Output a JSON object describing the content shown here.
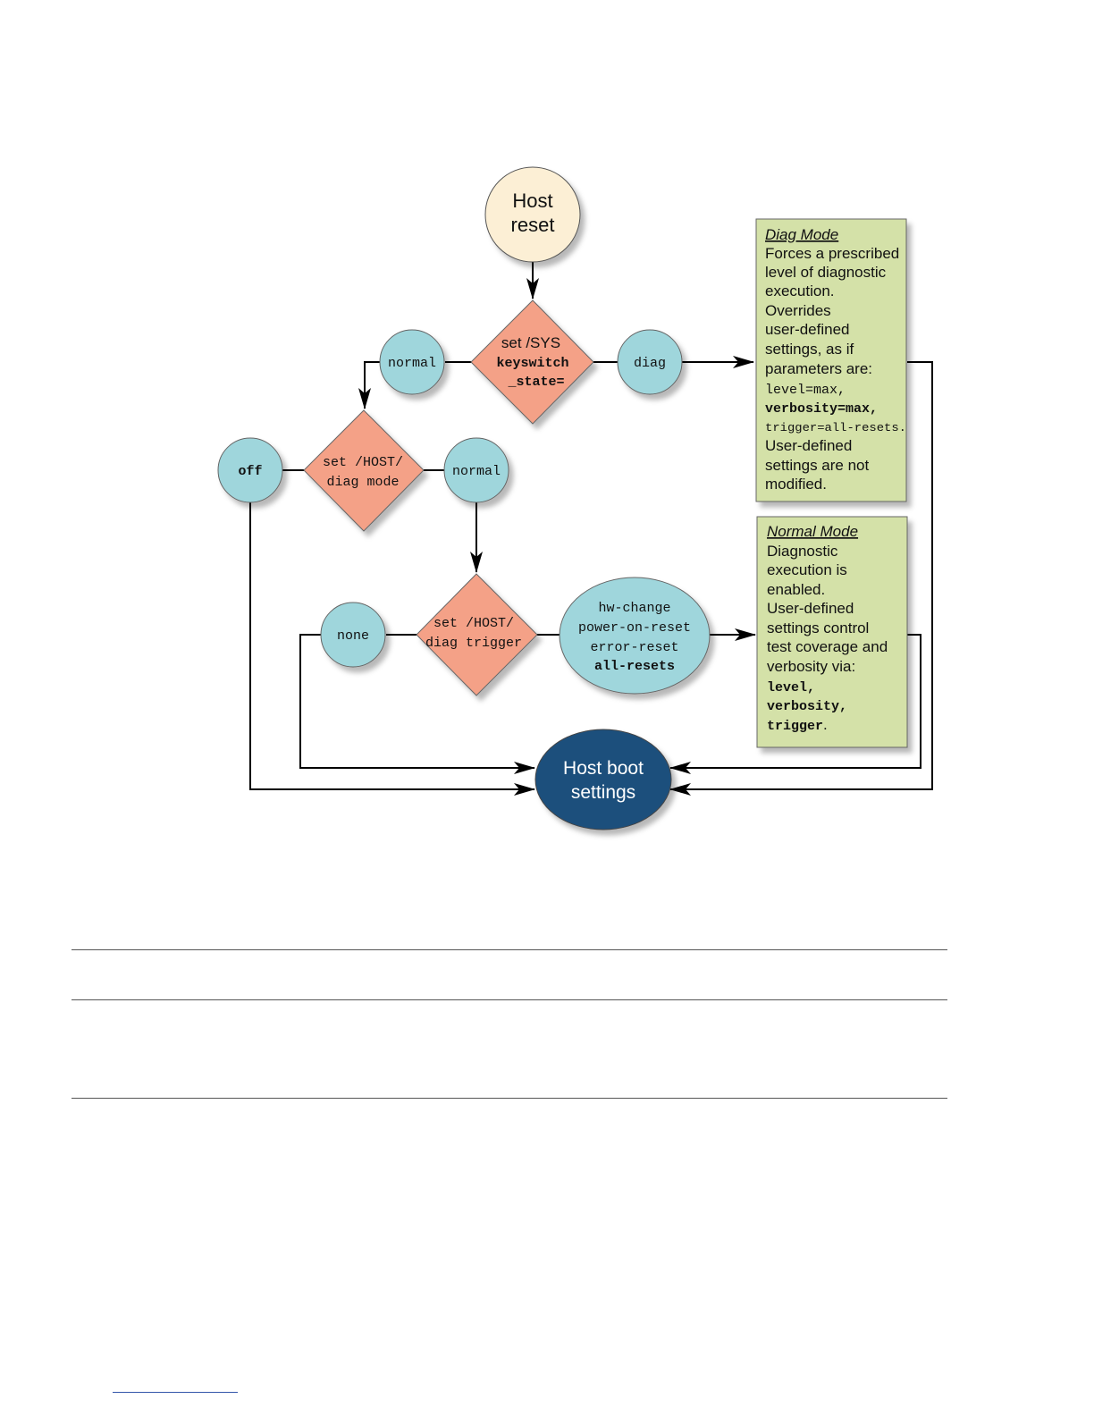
{
  "colors": {
    "start_fill": "#fcefd5",
    "decision_fill": "#f4a187",
    "option_fill": "#9fd6dc",
    "end_fill": "#1f4f7c",
    "note_fill": "#d4e1a8",
    "line": "#000000"
  },
  "nodes": {
    "host_reset": [
      "Host",
      "reset"
    ],
    "keyswitch_decision": [
      "set /SYS",
      "keyswitch",
      "_state="
    ],
    "keyswitch_normal": "normal",
    "keyswitch_diag": "diag",
    "diag_mode_decision": [
      "set /HOST/",
      "diag mode"
    ],
    "mode_off": "off",
    "mode_normal": "normal",
    "trigger_decision": [
      "set /HOST/",
      "diag trigger"
    ],
    "trigger_none": "none",
    "trigger_values": [
      "hw-change",
      "power-on-reset",
      "error-reset",
      "all-resets"
    ],
    "host_boot_settings": [
      "Host boot",
      "settings"
    ]
  },
  "notes": {
    "diag_mode": {
      "title": "Diag Mode",
      "lines": [
        "Forces a prescribed",
        "level of diagnostic",
        "execution.",
        "Overrides",
        "user-defined",
        "settings, as if",
        "parameters are:"
      ],
      "params": [
        "level=max,",
        "verbosity=max,",
        "trigger=all-resets."
      ],
      "footer_lines": [
        "User-defined",
        "settings are not",
        "modified."
      ]
    },
    "normal_mode": {
      "title": "Normal Mode",
      "lines": [
        "Diagnostic",
        "execution is",
        "enabled.",
        "User-defined",
        "settings control",
        "test coverage and",
        "verbosity via:"
      ],
      "params": [
        "level,",
        "verbosity,"
      ],
      "last_param": "trigger",
      "last_punct": "."
    }
  }
}
